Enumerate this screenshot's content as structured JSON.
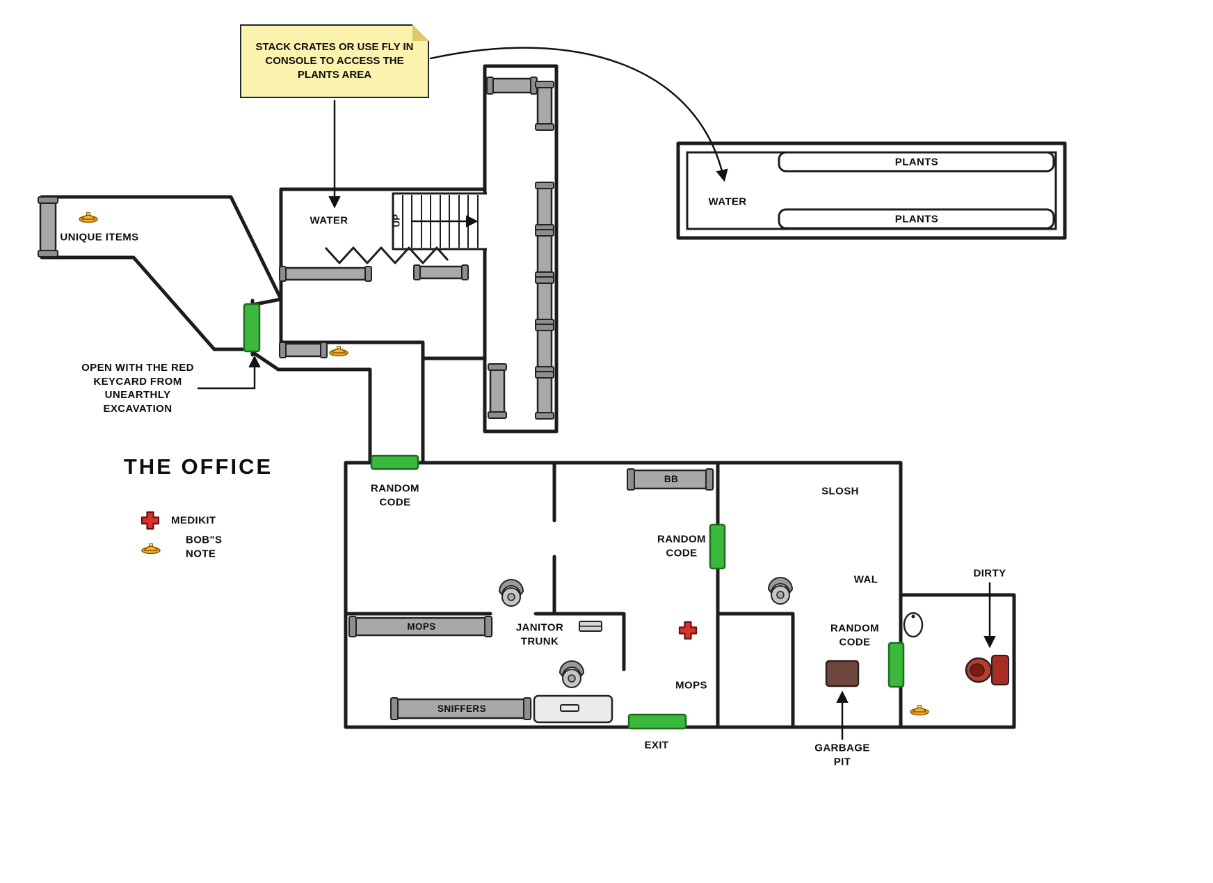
{
  "title": "THE OFFICE",
  "colors": {
    "door_green": "#3cb83c",
    "note_yellow": "#fbf3ae",
    "crate_gray": "#a8a8a8",
    "hardhat_orange": "#f5a623",
    "medikit_red": "#d8322c",
    "toilet_red": "#c0392b",
    "garbage_brown": "#6e463d"
  },
  "sticky_note": {
    "text": "STACK CRATES OR USE FLY IN\nCONSOLE TO ACCESS THE\nPLANTS AREA"
  },
  "plants_room": {
    "water_label": "WATER",
    "planter_top": "PLANTS",
    "planter_bottom": "PLANTS"
  },
  "water_room": {
    "label": "WATER",
    "stairs_label": "UP"
  },
  "corridor": {
    "unique_items_label": "UNIQUE ITEMS"
  },
  "keycard_note": {
    "text": "OPEN WITH THE RED\nKEYCARD FROM\nUNEARTHLY\nEXCAVATION"
  },
  "legend": {
    "medikit_label": "MEDIKIT",
    "bobs_note_label": "BOB\"S\nNOTE"
  },
  "office": {
    "random_code_top": "RANDOM\nCODE",
    "random_code_mid": "RANDOM\nCODE",
    "random_code_right": "RANDOM\nCODE",
    "bb_shelf_label": "BB",
    "slosh_label": "SLOSH",
    "wal_label": "WAL",
    "mops_shelf_label": "MOPS",
    "mops_floor_label": "MOPS",
    "janitor_trunk_label": "JANITOR\nTRUNK",
    "sniffers_shelf_label": "SNIFFERS",
    "exit_label": "EXIT",
    "garbage_pit_label": "GARBAGE\nPIT",
    "dirty_label": "DIRTY"
  }
}
